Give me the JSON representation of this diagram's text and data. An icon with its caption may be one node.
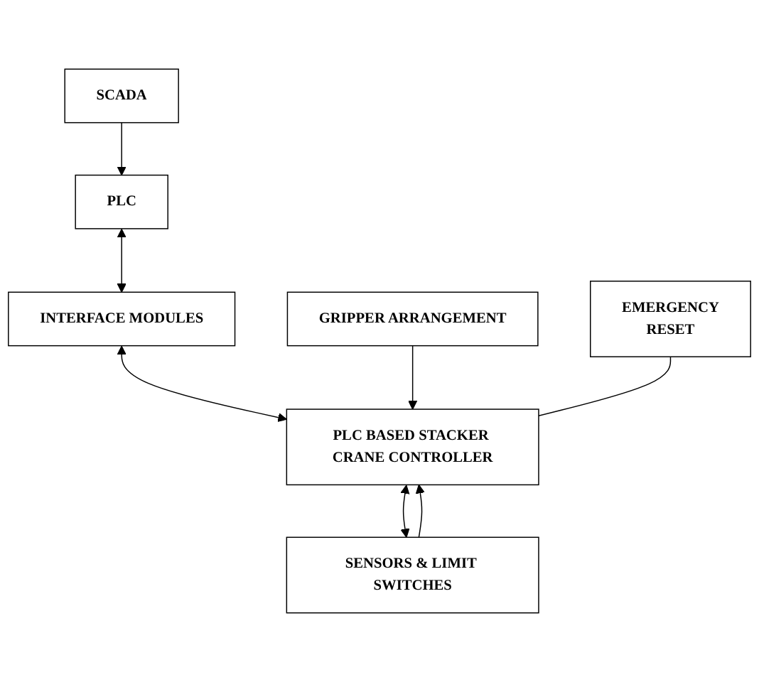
{
  "diagram": {
    "nodes": [
      {
        "text": [
          "SCADA"
        ]
      },
      {
        "text": [
          "PLC"
        ]
      },
      {
        "text": [
          "INTERFACE MODULES"
        ]
      },
      {
        "text": [
          "GRIPPER ARRANGEMENT"
        ]
      },
      {
        "text": [
          "EMERGENCY",
          "RESET"
        ]
      },
      {
        "text": [
          "PLC BASED STACKER CRANE CONTROLLER"
        ]
      },
      {
        "text": [
          "SENSORS & LIMIT SWITCHES"
        ]
      }
    ],
    "edges": [
      {
        "from": 0,
        "to": 1,
        "arrow": "to"
      },
      {
        "from": 1,
        "to": 2,
        "arrow": "both"
      },
      {
        "from": 2,
        "to": 5,
        "arrow": "both"
      },
      {
        "from": 3,
        "to": 5,
        "arrow": "to"
      },
      {
        "from": 4,
        "to": 5,
        "arrow": "none"
      },
      {
        "from": 5,
        "to": 6,
        "arrow": "both"
      },
      {
        "from": 6,
        "to": 5,
        "arrow": "to"
      }
    ]
  }
}
